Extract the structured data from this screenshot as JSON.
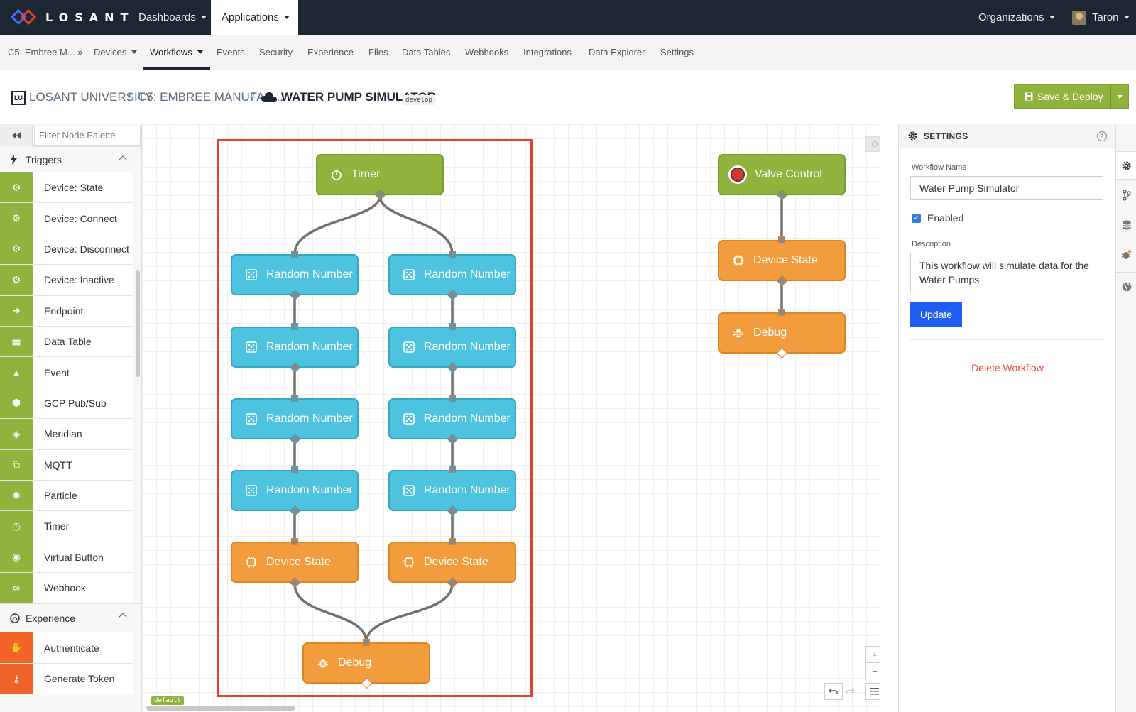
{
  "topnav": {
    "logo_text": "LOSANT",
    "items": [
      {
        "label": "Dashboards"
      },
      {
        "label": "Applications"
      }
    ],
    "organizations_label": "Organizations",
    "user_name": "Taron"
  },
  "subnav": {
    "app_short": "C5: Embree M... »",
    "items": [
      "Devices",
      "Workflows",
      "Events",
      "Security",
      "Experience",
      "Files",
      "Data Tables",
      "Webhooks",
      "Integrations",
      "Data Explorer",
      "Settings"
    ]
  },
  "breadcrumb": {
    "badge": "LU",
    "org": "LOSANT UNIVERSITY",
    "sep": "/",
    "app": "C5: EMBREE MANUFAC...",
    "workflow": "WATER PUMP SIMULATOR",
    "version_tag": "develop"
  },
  "deploy": {
    "label": "Save & Deploy"
  },
  "palette": {
    "search_placeholder": "Filter Node Palette",
    "sections": [
      {
        "title": "Triggers",
        "items": [
          "Device: State",
          "Device: Connect",
          "Device: Disconnect",
          "Device: Inactive",
          "Endpoint",
          "Data Table",
          "Event",
          "GCP Pub/Sub",
          "Meridian",
          "MQTT",
          "Particle",
          "Timer",
          "Virtual Button",
          "Webhook"
        ]
      },
      {
        "title": "Experience",
        "items": [
          "Authenticate",
          "Generate Token"
        ]
      }
    ]
  },
  "canvas": {
    "nodes": {
      "timer": "Timer",
      "random": "Random Number",
      "device_state": "Device State",
      "debug": "Debug",
      "valve": "Valve Control"
    },
    "default_tag": "default",
    "zoom_in": "+",
    "zoom_out": "−"
  },
  "settings": {
    "header": "SETTINGS",
    "help": "?",
    "name_label": "Workflow Name",
    "name_value": "Water Pump Simulator",
    "enabled_label": "Enabled",
    "description_label": "Description",
    "description_value": "This workflow will simulate data for the Water Pumps",
    "update_label": "Update",
    "delete_label": "Delete Workflow"
  },
  "colors": {
    "nav_dark": "#1c2733",
    "trigger_green": "#8fb33c",
    "data_blue": "#4ec3e0",
    "output_orange": "#f29c3d",
    "selection_red": "#e8402f",
    "update_blue": "#1f5ef0"
  }
}
